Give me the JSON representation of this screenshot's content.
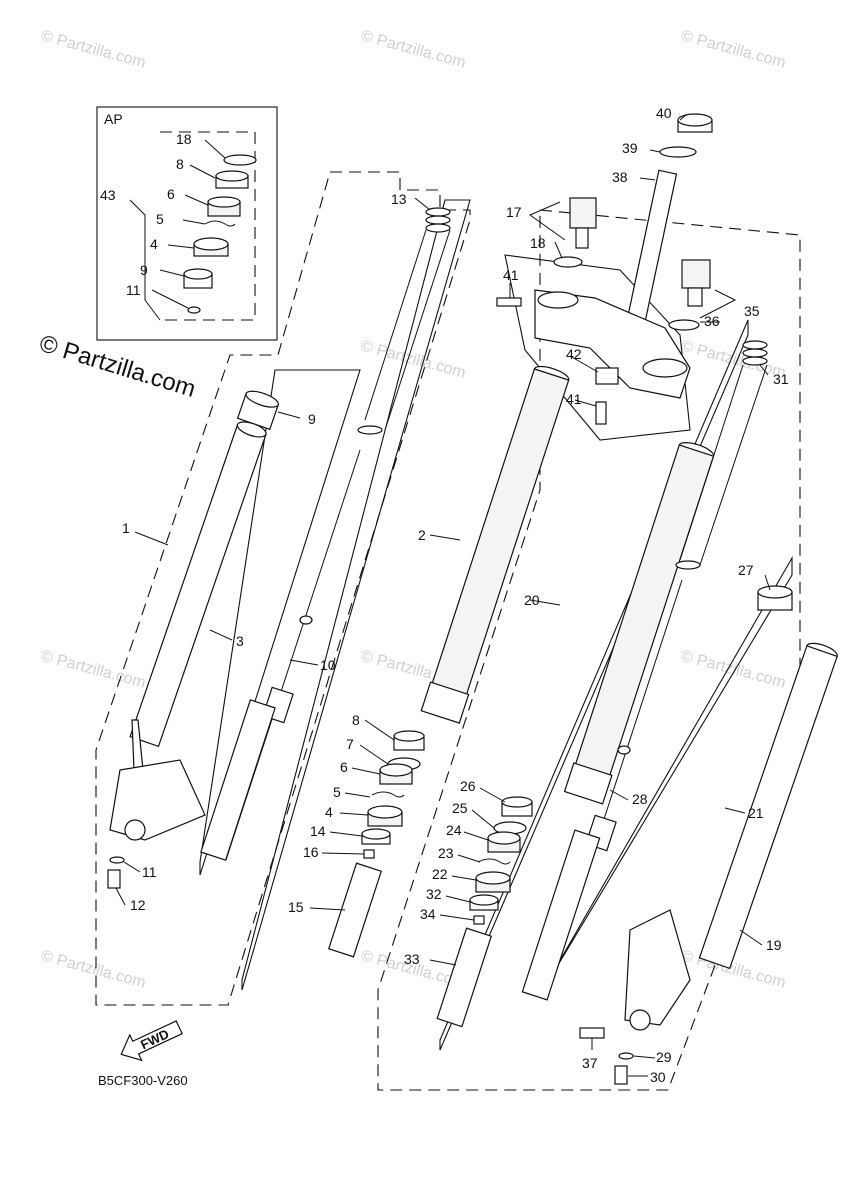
{
  "watermark": {
    "text": "© Partzilla.com",
    "big_text": "© Partzilla.com"
  },
  "inset": {
    "title": "AP"
  },
  "fwd_label": "FWD",
  "diagram_code": "B5CF300-V260",
  "callouts": [
    {
      "id": "c40",
      "text": "40"
    },
    {
      "id": "c39",
      "text": "39"
    },
    {
      "id": "c38",
      "text": "38"
    },
    {
      "id": "c17",
      "text": "17"
    },
    {
      "id": "c18b",
      "text": "18"
    },
    {
      "id": "c41a",
      "text": "41"
    },
    {
      "id": "c42",
      "text": "42"
    },
    {
      "id": "c41b",
      "text": "41"
    },
    {
      "id": "c35",
      "text": "35"
    },
    {
      "id": "c36",
      "text": "36"
    },
    {
      "id": "c31",
      "text": "31"
    },
    {
      "id": "c13",
      "text": "13"
    },
    {
      "id": "c18a",
      "text": "18"
    },
    {
      "id": "c8a",
      "text": "8"
    },
    {
      "id": "c43",
      "text": "43"
    },
    {
      "id": "c6a",
      "text": "6"
    },
    {
      "id": "c5a",
      "text": "5"
    },
    {
      "id": "c4a",
      "text": "4"
    },
    {
      "id": "c9a",
      "text": "9"
    },
    {
      "id": "c11a",
      "text": "11"
    },
    {
      "id": "c9b",
      "text": "9"
    },
    {
      "id": "c1",
      "text": "1"
    },
    {
      "id": "c3",
      "text": "3"
    },
    {
      "id": "c2",
      "text": "2"
    },
    {
      "id": "c10",
      "text": "10"
    },
    {
      "id": "c20",
      "text": "20"
    },
    {
      "id": "c27",
      "text": "27"
    },
    {
      "id": "c8b",
      "text": "8"
    },
    {
      "id": "c7",
      "text": "7"
    },
    {
      "id": "c6b",
      "text": "6"
    },
    {
      "id": "c5b",
      "text": "5"
    },
    {
      "id": "c4b",
      "text": "4"
    },
    {
      "id": "c14",
      "text": "14"
    },
    {
      "id": "c16",
      "text": "16"
    },
    {
      "id": "c11b",
      "text": "11"
    },
    {
      "id": "c12",
      "text": "12"
    },
    {
      "id": "c15",
      "text": "15"
    },
    {
      "id": "c26",
      "text": "26"
    },
    {
      "id": "c25",
      "text": "25"
    },
    {
      "id": "c24",
      "text": "24"
    },
    {
      "id": "c23",
      "text": "23"
    },
    {
      "id": "c22",
      "text": "22"
    },
    {
      "id": "c32",
      "text": "32"
    },
    {
      "id": "c34",
      "text": "34"
    },
    {
      "id": "c33",
      "text": "33"
    },
    {
      "id": "c28",
      "text": "28"
    },
    {
      "id": "c21",
      "text": "21"
    },
    {
      "id": "c19",
      "text": "19"
    },
    {
      "id": "c37",
      "text": "37"
    },
    {
      "id": "c29",
      "text": "29"
    },
    {
      "id": "c30",
      "text": "30"
    }
  ]
}
